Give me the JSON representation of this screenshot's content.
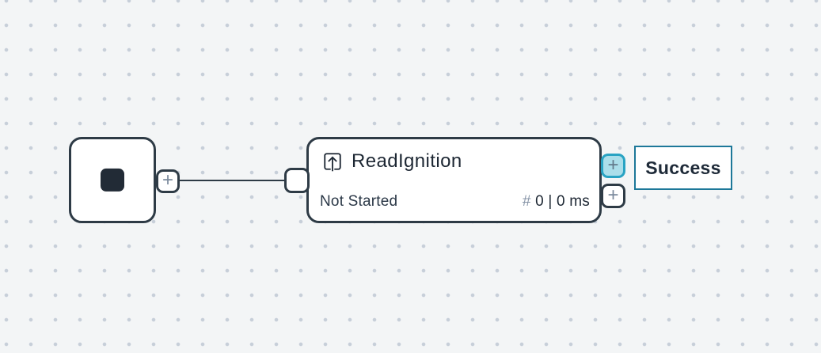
{
  "colors": {
    "canvas_bg": "#f3f5f6",
    "grid_dot": "#c7cfd9",
    "node_border": "#2e3b46",
    "node_bg": "#ffffff",
    "text_primary": "#1d2733",
    "text_secondary": "#2b3847",
    "hash_muted": "#8593a6",
    "plus_glyph": "#7b8a9d",
    "accent_teal_border": "#29a3c3",
    "accent_teal_fill": "#abdeea",
    "success_label_border": "#1d7899"
  },
  "start_node": {
    "icon": "stop-square-icon"
  },
  "task_node": {
    "title": "ReadIgnition",
    "icon": "upload-icon",
    "status": "Not Started",
    "hash": "#",
    "metrics": " 0 | 0 ms"
  },
  "handles": {
    "start_add": "+",
    "success_add": "+",
    "secondary_add": "+"
  },
  "edge_label": {
    "text": "Success"
  }
}
